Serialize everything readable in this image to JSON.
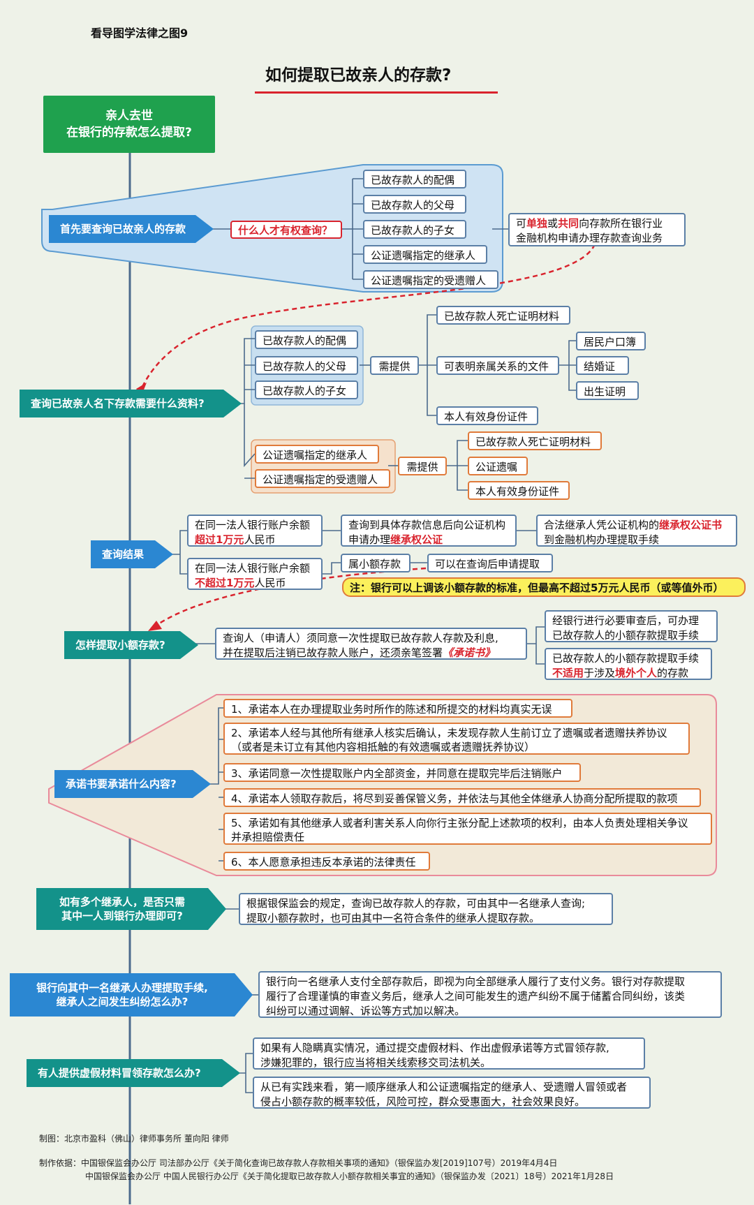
{
  "header": {
    "series_label": "看导图学法律之图9",
    "title": "如何提取已故亲人的存款?"
  },
  "root": "亲人去世\n在银行的存款怎么提取?",
  "sec1": {
    "label": "首先要查询已故亲人的存款",
    "question": "什么人才有权查询？",
    "items": [
      "已故存款人的配偶",
      "已故存款人的父母",
      "已故存款人的子女",
      "公证遗嘱指定的继承人",
      "公证遗嘱指定的受遗赠人"
    ],
    "note": {
      "p1": "可",
      "h1": "单独",
      "p2": "或",
      "h2": "共同",
      "p3": "向存款所在银行业",
      "line2": "金融机构申请办理存款查询业务"
    }
  },
  "sec2": {
    "label": "查询已故亲人名下存款需要什么资料?",
    "groupA": [
      "已故存款人的配偶",
      "已故存款人的父母",
      "已故存款人的子女"
    ],
    "need": "需提供",
    "docs": {
      "death": "已故存款人死亡证明材料",
      "relation": "可表明亲属关系的文件",
      "relation_items": [
        "居民户口簿",
        "结婚证",
        "出生证明"
      ],
      "id": "本人有效身份证件"
    },
    "groupB": [
      "公证遗嘱指定的继承人",
      "公证遗嘱指定的受遗赠人"
    ],
    "need2": "需提供",
    "docsB": [
      "已故存款人死亡证明材料",
      "公证遗嘱",
      "本人有效身份证件"
    ]
  },
  "sec3": {
    "label": "查询结果",
    "over": {
      "line1": "在同一法人银行账户余额",
      "h": "超过1万元",
      "tail": "人民币"
    },
    "over_step": {
      "line1": "查询到具体存款信息后向公证机构",
      "line2a": "申请办理",
      "h": "继承权公证"
    },
    "over_result": {
      "a": "合法继承人凭公证机构的",
      "h": "继承权公证书",
      "line2": "到金融机构办理提取手续"
    },
    "under": {
      "line1": "在同一法人银行账户余额",
      "h": "不超过1万元",
      "tail": "人民币"
    },
    "small": "属小额存款",
    "small_result": "可以在查询后申请提取",
    "note": "注：银行可以上调该小额存款的标准，但最高不超过5万元人民币（或等值外币）"
  },
  "sec4": {
    "label": "怎样提取小额存款?",
    "text": {
      "line1": "查询人（申请人）须同意一次性提取已故存款人存款及利息,",
      "line2a": "并在提取后注销已故存款人账户，还须亲笔签署",
      "h": "《承诺书》"
    },
    "r1": "经银行进行必要审查后，可办理\n已故存款人的小额存款提取手续",
    "r2": {
      "line1": "已故存款人的小额存款提取手续",
      "h1": "不适用",
      "mid": "于涉及",
      "h2": "境外个人",
      "tail": "的存款"
    }
  },
  "sec5": {
    "label": "承诺书要承诺什么内容?",
    "items": [
      "1、承诺本人在办理提取业务时所作的陈述和所提交的材料均真实无误",
      "2、承诺本人经与其他所有继承人核实后确认，未发现存款人生前订立了遗嘱或者遗赠扶养协议\n（或者是未订立有其他内容相抵触的有效遗嘱或者遗赠抚养协议）",
      "3、承诺同意一次性提取账户内全部资金，并同意在提取完毕后注销账户",
      "4、承诺本人领取存款后，将尽到妥善保管义务，并依法与其他全体继承人协商分配所提取的款项",
      "5、承诺如有其他继承人或者利害关系人向你行主张分配上述款项的权利，由本人负责处理相关争议\n并承担赔偿责任",
      "6、本人愿意承担违反本承诺的法律责任"
    ]
  },
  "sec6": {
    "label": "如有多个继承人，是否只需\n其中一人到银行办理即可?",
    "text": "根据银保监会的规定，查询已故存款人的存款，可由其中一名继承人查询;\n提取小额存款时，也可由其中一名符合条件的继承人提取存款。"
  },
  "sec7": {
    "label": "银行向其中一名继承人办理提取手续,\n继承人之间发生纠纷怎么办?",
    "text": "银行向一名继承人支付全部存款后，即视为向全部继承人履行了支付义务。银行对存款提取\n履行了合理谨慎的审查义务后，继承人之间可能发生的遗产纠纷不属于储蓄合同纠纷，该类\n纠纷可以通过调解、诉讼等方式加以解决。"
  },
  "sec8": {
    "label": "有人提供虚假材料冒领存款怎么办?",
    "t1": "如果有人隐瞒真实情况，通过提交虚假材料、作出虚假承诺等方式冒领存款,\n涉嫌犯罪的，银行应当将相关线索移交司法机关。",
    "t2": "从已有实践来看，第一顺序继承人和公证遗嘱指定的继承人、受遗赠人冒领或者\n侵占小额存款的概率较低，风险可控，群众受惠面大，社会效果良好。"
  },
  "footer": {
    "maker": "制图：北京市盈科（佛山）律师事务所  董向阳 律师",
    "basis1": "制作依据：中国银保监会办公厅 司法部办公厅《关于简化查询已故存款人存款相关事项的通知》（银保监办发[2019]107号）2019年4月4日",
    "basis2": "中国银保监会办公厅 中国人民银行办公厅《关于简化提取已故存款人小额存款相关事宜的通知》（银保监办发〔2021〕18号）2021年1月28日"
  },
  "colors": {
    "blue": "#2b87d2",
    "teal": "#13928a",
    "green": "#1fa14e",
    "red": "#d9232d",
    "orange": "#e07a3a",
    "line": "#5b7fa6"
  }
}
